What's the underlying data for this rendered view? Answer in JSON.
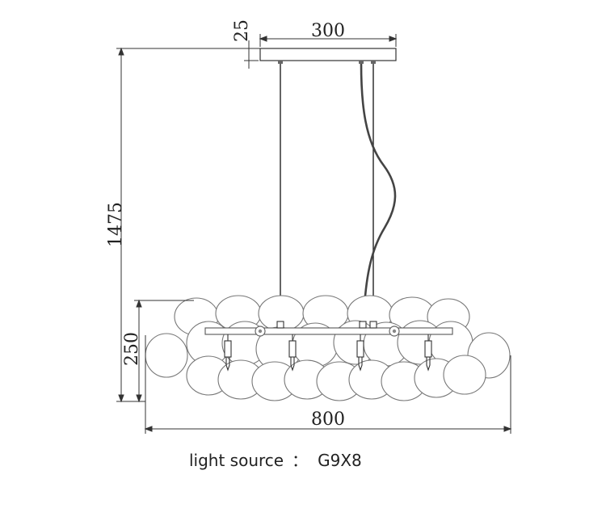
{
  "dimensions": {
    "canopy_width": "300",
    "canopy_height": "25",
    "overall_height": "1475",
    "body_height": "250",
    "body_width": "800"
  },
  "caption": {
    "label": "light source",
    "separator": "：",
    "value": "G9X8"
  }
}
